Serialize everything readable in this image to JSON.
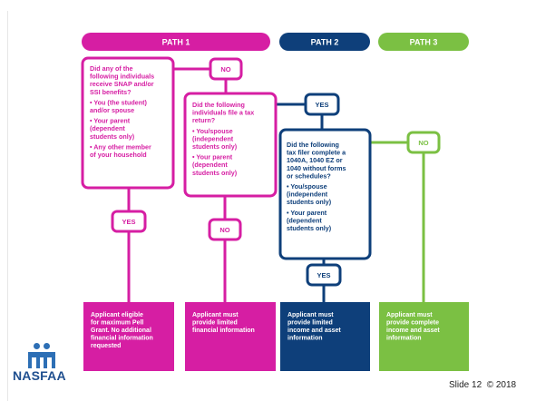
{
  "colors": {
    "path1": "#d61ea3",
    "path2": "#0e3f7a",
    "path3": "#7bc043"
  },
  "headers": [
    "PATH 1",
    "PATH 2",
    "PATH 3"
  ],
  "nodes": {
    "no": "NO",
    "yes": "YES"
  },
  "q1": {
    "lines": [
      "Did any of the",
      "following individuals",
      "receive SNAP and/or",
      "SSI benefits?"
    ],
    "bullets": [
      [
        "• You (the student)",
        "  and/or spouse"
      ],
      [
        "• Your parent",
        "  (dependent",
        "  students only)"
      ],
      [
        "• Any other member",
        "  of your household"
      ]
    ]
  },
  "q2": {
    "lines": [
      "Did the following",
      "individuals file a tax",
      "return?"
    ],
    "bullets": [
      [
        "• You/spouse",
        "  (independent",
        "  students only)"
      ],
      [
        "• Your parent",
        "  (dependent",
        "  students only)"
      ]
    ]
  },
  "q3": {
    "lines": [
      "Did the following",
      "tax filer complete a",
      "1040A, 1040 EZ or",
      "1040 without forms",
      "or schedules?"
    ],
    "bullets": [
      [
        "• You/spouse",
        "  (independent",
        "  students only)"
      ],
      [
        "• Your parent",
        "  (dependent",
        "  students only)"
      ]
    ]
  },
  "outcomes": [
    [
      "Applicant eligible",
      "for maximum Pell",
      "Grant. No additional",
      "financial information",
      "requested"
    ],
    [
      "Applicant must",
      "provide limited",
      "financial information"
    ],
    [
      "Applicant must",
      "provide limited",
      "income and asset",
      "information"
    ],
    [
      "Applicant must",
      "provide complete",
      "income and asset",
      "information"
    ]
  ],
  "logo": {
    "name": "NASFAA"
  },
  "slide_number": "Slide 12",
  "copyright": "© 2018"
}
